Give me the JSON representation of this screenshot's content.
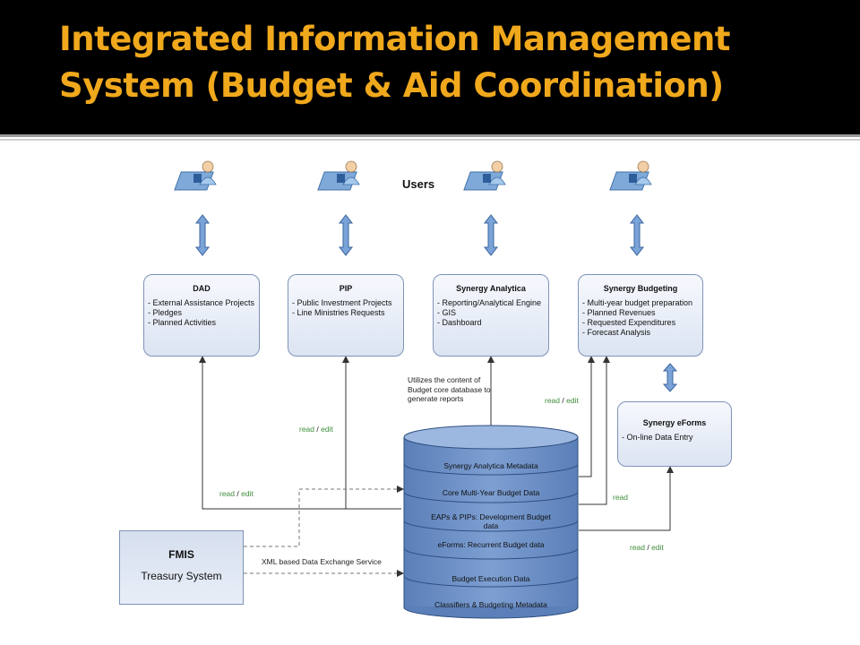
{
  "title_line1": "Integrated Information Management",
  "title_line2": "System (Budget & Aid Coordination)",
  "users_label": "Users",
  "modules": [
    {
      "title": "DAD",
      "items": [
        "- External Assistance Projects",
        "- Pledges",
        "- Planned Activities"
      ]
    },
    {
      "title": "PIP",
      "items": [
        "- Public Investment Projects",
        "- Line Ministries Requests"
      ]
    },
    {
      "title": "Synergy Analytica",
      "items": [
        "- Reporting/Analytical Engine",
        "- GIS",
        "- Dashboard"
      ]
    },
    {
      "title": "Synergy Budgeting",
      "items": [
        "- Multi-year budget preparation",
        "- Planned Revenues",
        "- Requested Expenditures",
        "- Forecast Analysis"
      ]
    },
    {
      "title": "Synergy eForms",
      "items": [
        "- On-line Data Entry"
      ]
    }
  ],
  "analytica_note": "Utilizes the content of Budget core database to generate reports",
  "database_layers": [
    "Synergy Analytica Metadata",
    "Core  Multi-Year Budget Data",
    "EAPs & PIPs: Development Budget data",
    "eForms: Recurrent Budget data",
    "Budget Execution Data",
    "Classifiers & Budgeting Metadata"
  ],
  "fmis": {
    "title": "FMIS",
    "subtitle": "Treasury System"
  },
  "xml_label": "XML based Data Exchange Service",
  "edge_labels": {
    "read": "read",
    "sep": " / ",
    "edit": "edit"
  },
  "colors": {
    "title": "#f0a81c",
    "db_fill": "#6b8fc4",
    "box_border": "#7f93b8",
    "link_green": "#3f8e3a"
  }
}
